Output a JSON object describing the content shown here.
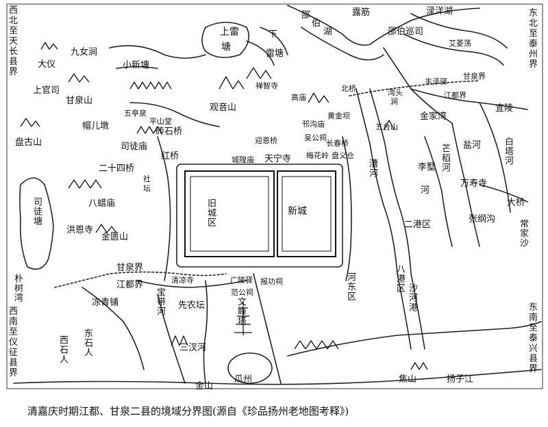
{
  "caption": "清嘉庆时期江都、甘泉二县的境域分界图(源自《珍品扬州老地图考释》)",
  "edges": {
    "nw": "西北至天长县界",
    "ne": "东北至泰州界",
    "sw": "西南至仪征县界",
    "se": "东南至泰兴县界"
  },
  "places": {
    "shaobo_lake_1": "邵",
    "shaobo_lake_2": "伯",
    "shaobo_lake_3": "湖",
    "lujin": "露筋",
    "shaobo_inspect": "邵伯巡司",
    "luyangwu": "渌洋湖",
    "aiwudang": "艾菱荡",
    "shangleitang_1": "上雷",
    "shangleitang_2": "塘",
    "xialeitang_1": "下",
    "xialeitang_2": "雷塘",
    "jiunvjian": "九女涧",
    "daiyi": "大仪",
    "shangguansi": "上官司",
    "xiaoxintang": "小新塘",
    "chanzhisi": "禅智寺",
    "wantoujian_1": "湾头",
    "wantoujian_2": "涧",
    "fengzeyi": "丰泽驿",
    "ganquanjie_ne": "甘泉界",
    "jiangdujie_ne": "江都界",
    "ganquanshan": "甘泉山",
    "guanyinshan": "观音山",
    "gaomiao": "高庙",
    "beiqiao": "北桥",
    "yiling": "宜陵",
    "maoerdun": "帽儿墩",
    "wutingquan": "五亭泉",
    "pingshantang": "平山堂",
    "zhuanshiqiao": "砖石桥",
    "huangjinba": "黄金坝",
    "wutaishan": "五台山",
    "jinjiawan": "金家湾",
    "xugoumiao": "邗沟庙",
    "panguanshan": "盘古山",
    "situmiao": "司徒庙",
    "yingensi": "迎恩桥",
    "wujiaci": "吴公祠",
    "changchunqiao": "长春桥",
    "meihualing": "梅花岭",
    "bayicang": "盘义仓",
    "hongqiao": "红桥",
    "chenghuangmiao": "城隍庙",
    "tianningsi": "天宁寺",
    "ershisiqiao": "二十四桥",
    "shetan_1": "社",
    "shetan_2": "坛",
    "caohe": "漕河",
    "mangdaohe": "芒稻河",
    "yanhe": "盐河",
    "lishuhe_1": "李墅",
    "lishuhe_2": "河",
    "baitahe": "白塔河",
    "wanshousi": "万寿寺",
    "zhanganggou": "张纲沟",
    "daqiao": "大桥",
    "bazhamiao": "八蜡庙",
    "jiuchengqu": "旧城区",
    "xincheng": "新城",
    "erganggqu": "二港区",
    "changjiasha": "常家沙",
    "situtang": "司徒塘",
    "hongensi": "洪恩寺",
    "jinkuangshan": "金匮山",
    "ganquanjie_w": "甘泉界",
    "jiangdujie_w": "江都界",
    "qingliangsi": "清凉寺",
    "guanglingyi": "广陵驿",
    "baogongci": "报功祠",
    "fangongsi": "范公祠",
    "hedongqu": "河东区",
    "bagangqu": "八港区",
    "shahegang": "沙河港",
    "piaoshuwan": "朴树湾",
    "dongqingpu": "冻青铺",
    "baodaihe": "宝带河",
    "xiannongtan": "先农坛",
    "wenfengta": "文峰塔",
    "dongshiren": "东石人",
    "xishiren": "西石人",
    "sanchahe": "三汊河",
    "guazhou": "瓜州",
    "jinshan": "金山",
    "jiaoshan": "焦山",
    "yangzijiang": "扬子江"
  }
}
